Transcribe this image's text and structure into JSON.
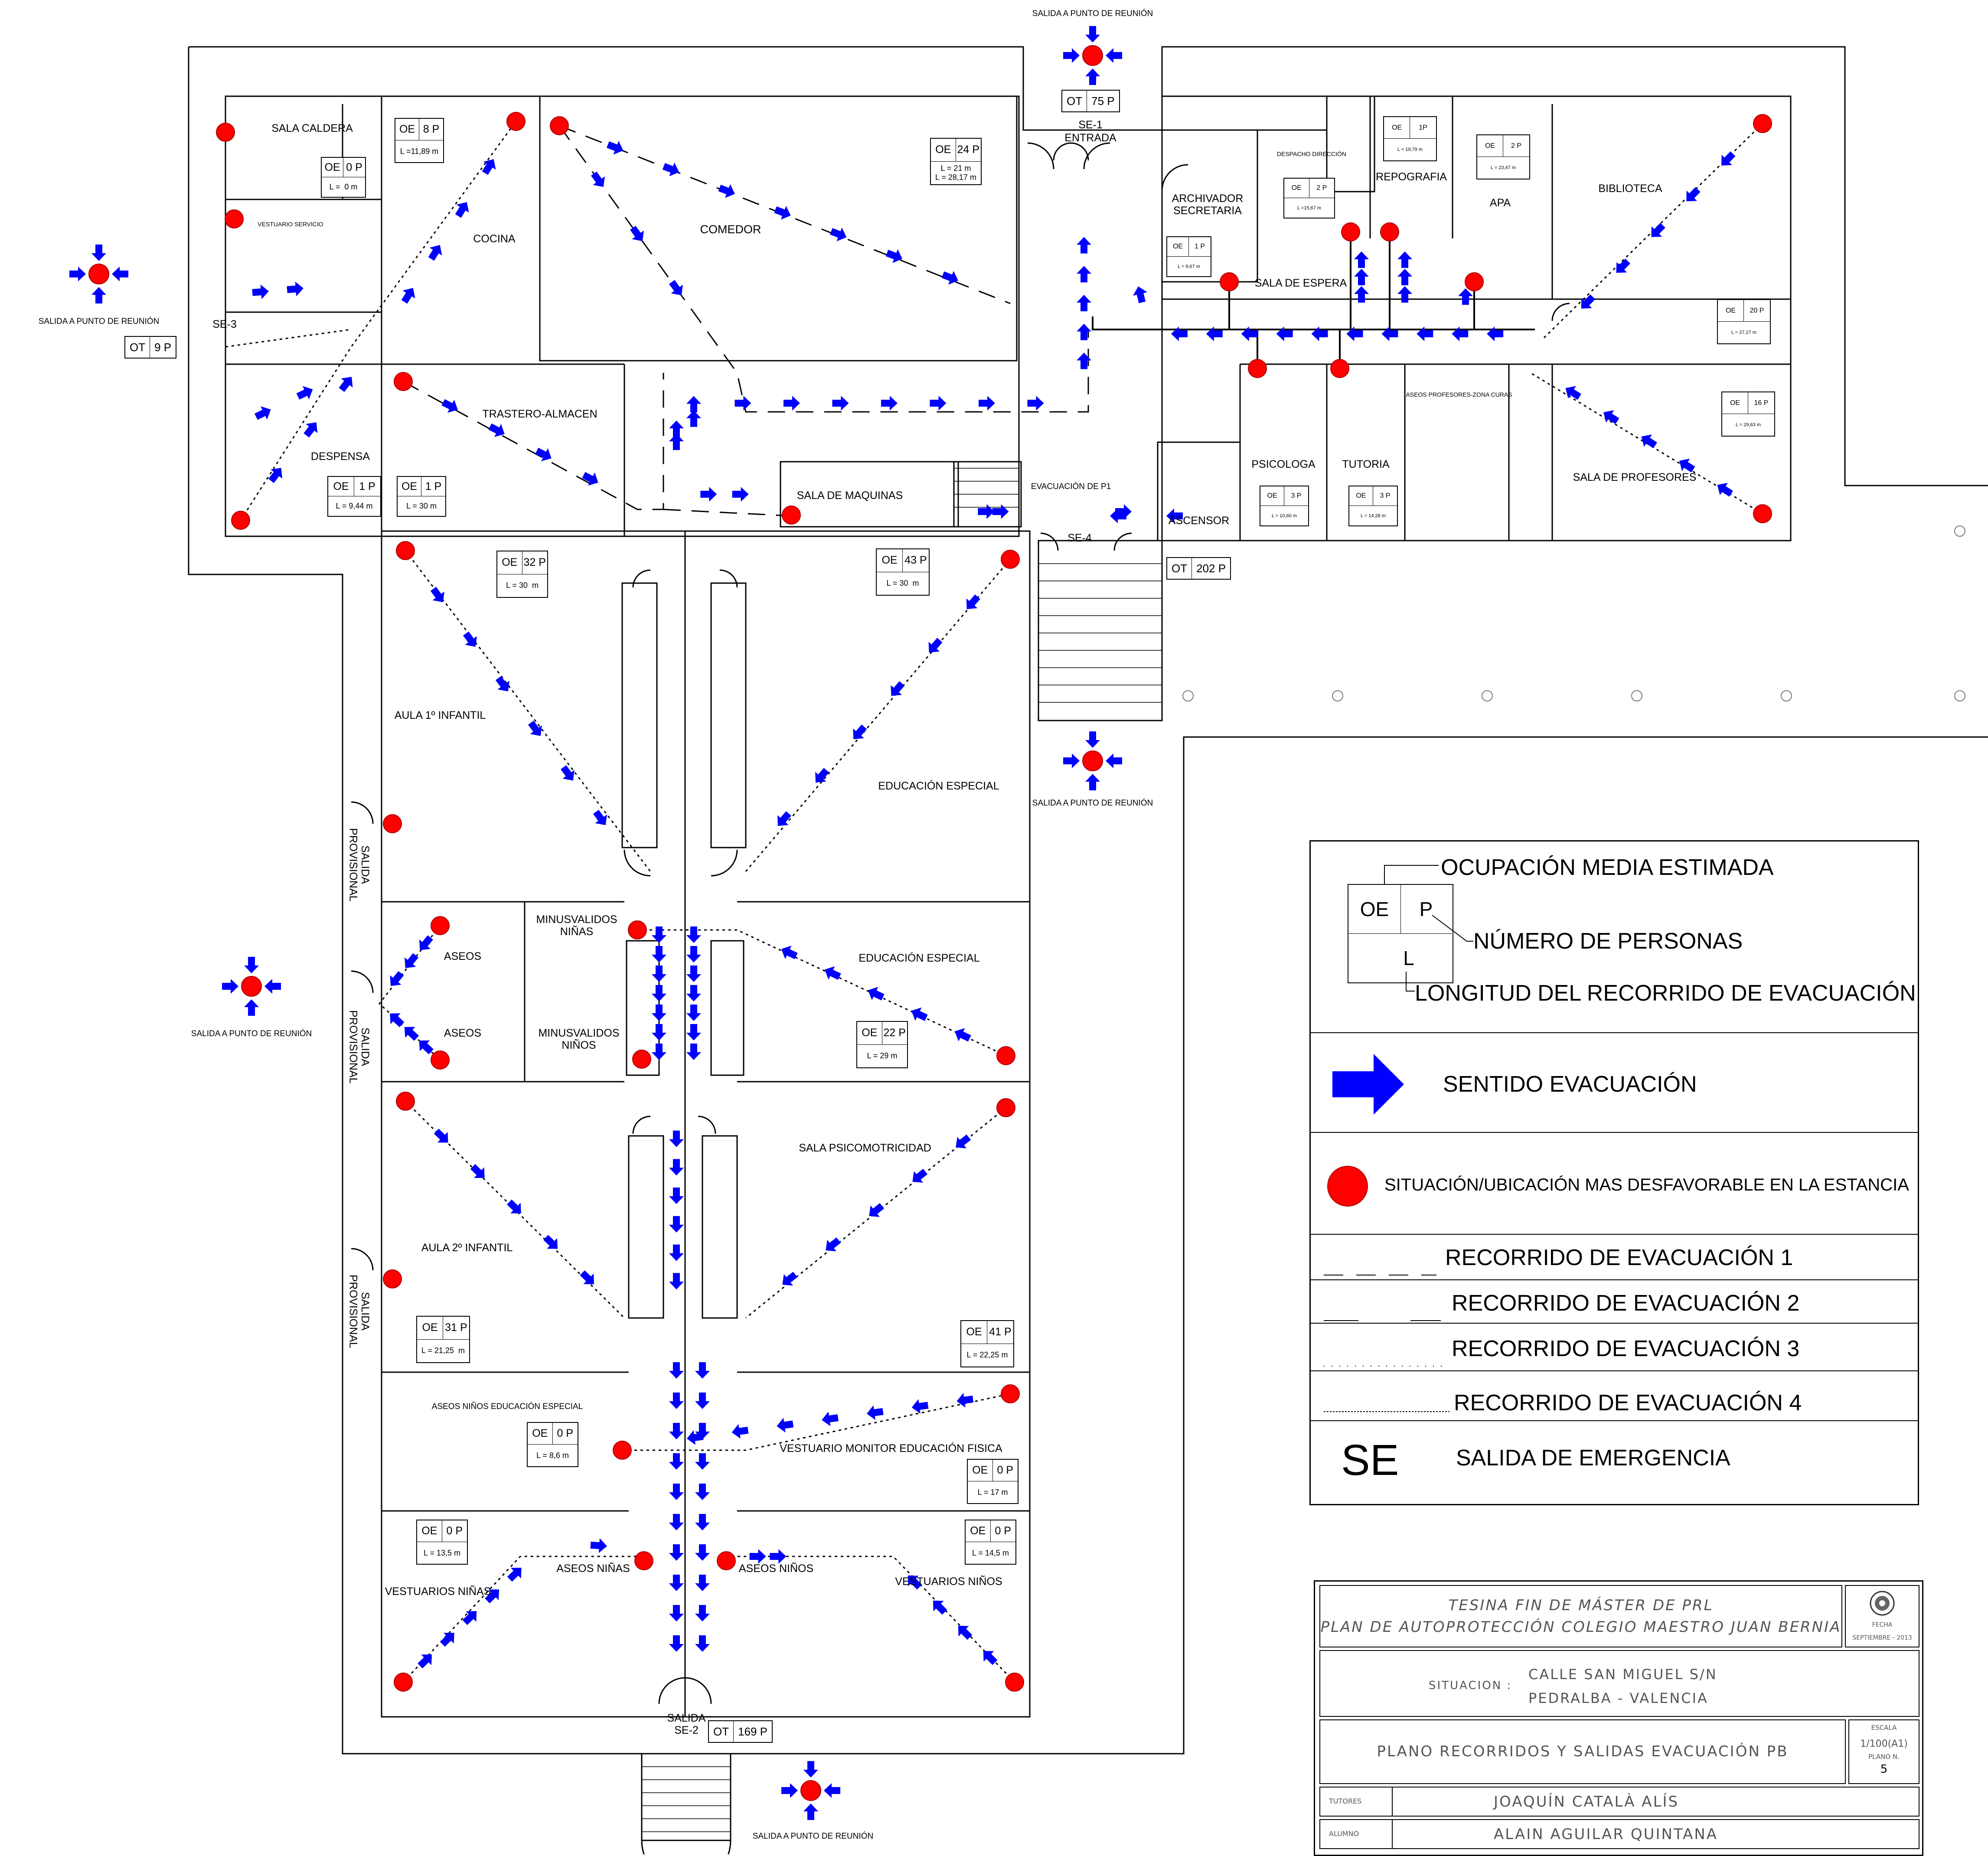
{
  "rooms": {
    "sala_caldera": "SALA CALDERA",
    "vestuario_servicio": "VESTUARIO SERVICIO",
    "cocina": "COCINA",
    "despensa": "DESPENSA",
    "comedor": "COMEDOR",
    "trastero": "TRASTERO-ALMACEN",
    "sala_maquinas": "SALA DE MAQUINAS",
    "entrada": "ENTRADA",
    "archivador": "ARCHIVADOR\nSECRETARIA",
    "despacho": "DESPACHO DIRECCIÓN",
    "reprografia": "REPOGRAFIA",
    "apa": "APA",
    "biblioteca": "BIBLIOTECA",
    "sala_espera": "SALA DE ESPERA",
    "psicologa": "PSICOLOGA",
    "tutoria": "TUTORIA",
    "aseos_profesores": "ASEOS PROFESORES-ZONA CURAS",
    "sala_profesores": "SALA DE PROFESORES",
    "ascensor": "ASCENSOR",
    "evacuacion_p1": "EVACUACIÓN DE P1",
    "aula1": "AULA 1º INFANTIL",
    "educacion_especial_1": "EDUCACIÓN ESPECIAL",
    "aseos_1": "ASEOS",
    "aseos_2": "ASEOS",
    "minusvalidos_ninas": "MINUSVALIDOS\nNIÑAS",
    "minusvalidos_ninos": "MINUSVALIDOS\nNIÑOS",
    "educacion_especial_2": "EDUCACIÓN ESPECIAL",
    "sala_psicomotricidad": "SALA PSICOMOTRICIDAD",
    "aula2": "AULA 2º INFANTIL",
    "aseos_ninos_ee": "ASEOS NIÑOS EDUCACIÓN ESPECIAL",
    "vestuario_monitor": "VESTUARIO MONITOR EDUCACIÓN FISICA",
    "vestuarios_ninas": "VESTUARIOS NIÑAS",
    "aseos_ninas": "ASEOS NIÑAS",
    "aseos_ninos": "ASEOS NIÑOS",
    "vestuarios_ninos": "VESTUARIOS NIÑOS",
    "salida_provisional": "SALIDA\nPROVISIONAL"
  },
  "exits": {
    "meeting_point": "SALIDA A PUNTO DE REUNIÓN",
    "se1": "SE-1",
    "se2_a": "SALIDA",
    "se2_b": "SE-2",
    "se3": "SE-3",
    "se4": "SE-4"
  },
  "oe_boxes": [
    {
      "id": "caldera",
      "oe": "OE",
      "p": "0 P",
      "l": "L =  0 m"
    },
    {
      "id": "cocina",
      "oe": "OE",
      "p": "8 P",
      "l": "L =11,89 m"
    },
    {
      "id": "comedor",
      "oe": "OE",
      "p": "24 P",
      "l": "L = 21 m\nL = 28,17 m"
    },
    {
      "id": "vestuario",
      "oe": "",
      "p": "",
      "l": ""
    },
    {
      "id": "despensa",
      "oe": "OE",
      "p": "1  P",
      "l": "L = 9,44 m"
    },
    {
      "id": "trastero",
      "oe": "OE",
      "p": "1  P",
      "l": "L = 30 m"
    },
    {
      "id": "archivador",
      "oe": "OE",
      "p": "1 P",
      "l": "L = 9,67 m"
    },
    {
      "id": "despacho",
      "oe": "OE",
      "p": "2 P",
      "l": "L =15,67 m"
    },
    {
      "id": "reprografia",
      "oe": "OE",
      "p": "1P",
      "l": "L = 19,79 m"
    },
    {
      "id": "apa",
      "oe": "OE",
      "p": "2 P",
      "l": "L = 23,47 m"
    },
    {
      "id": "biblioteca",
      "oe": "OE",
      "p": "20 P",
      "l": "L = 27,27 m"
    },
    {
      "id": "profesores",
      "oe": "OE",
      "p": "16 P",
      "l": "L = 29,63 m"
    },
    {
      "id": "psicologa",
      "oe": "OE",
      "p": "3 P",
      "l": "L = 10,60 m"
    },
    {
      "id": "tutoria",
      "oe": "OE",
      "p": "3 P",
      "l": "L = 14,28 m"
    },
    {
      "id": "aula1",
      "oe": "OE",
      "p": "32 P",
      "l": "L = 30  m"
    },
    {
      "id": "ee1",
      "oe": "OE",
      "p": "43 P",
      "l": "L = 30  m"
    },
    {
      "id": "ee2",
      "oe": "OE",
      "p": "22 P",
      "l": "L = 29 m"
    },
    {
      "id": "aula2",
      "oe": "OE",
      "p": "31 P",
      "l": "L = 21,25  m"
    },
    {
      "id": "psico",
      "oe": "OE",
      "p": "41 P",
      "l": "L = 22,25 m"
    },
    {
      "id": "aseos_ee",
      "oe": "OE",
      "p": "0 P",
      "l": "L = 8,6 m"
    },
    {
      "id": "monitor",
      "oe": "OE",
      "p": "0 P",
      "l": "L = 17 m"
    },
    {
      "id": "vest_ninas",
      "oe": "OE",
      "p": "0 P",
      "l": "L = 13,5 m"
    },
    {
      "id": "vest_ninos",
      "oe": "OE",
      "p": "0 P",
      "l": "L = 14,5 m"
    }
  ],
  "ot_boxes": [
    {
      "id": "se3",
      "k": "OT",
      "v": "9 P"
    },
    {
      "id": "se1",
      "k": "OT",
      "v": "75 P"
    },
    {
      "id": "se4",
      "k": "OT",
      "v": "202 P"
    },
    {
      "id": "se2",
      "k": "OT",
      "v": "169 P"
    }
  ],
  "legend": {
    "ocupacion": "OCUPACIÓN MEDIA ESTIMADA",
    "oe": "OE",
    "p": "P",
    "l": "L",
    "numero": "NÚMERO DE PERSONAS",
    "longitud": "LONGITUD DEL RECORRIDO DE EVACUACIÓN",
    "sentido": "SENTIDO EVACUACIÓN",
    "situacion": "SITUACIÓN/UBICACIÓN MAS DESFAVORABLE EN LA ESTANCIA",
    "rec1": "RECORRIDO DE EVACUACIÓN 1",
    "rec2": "RECORRIDO DE EVACUACIÓN 2",
    "rec3": "RECORRIDO DE EVACUACIÓN 3",
    "rec4": "RECORRIDO DE EVACUACIÓN 4",
    "se": "SE",
    "salida": "SALIDA DE EMERGENCIA"
  },
  "title_block": {
    "line1": "TESINA FIN DE MÁSTER DE PRL",
    "line2": "PLAN DE AUTOPROTECCIÓN COLEGIO MAESTRO JUAN BERNIA",
    "fecha_label": "FECHA",
    "fecha": "SEPTIEMBRE  -  2013",
    "situacion_label": "SITUACION :",
    "calle": "CALLE SAN MIGUEL S/N",
    "ciudad": "PEDRALBA  -  VALENCIA",
    "plano": "PLANO  RECORRIDOS  Y  SALIDAS  EVACUACIÓN  PB",
    "escala_label": "ESCALA",
    "escala": "1/100(A1)",
    "plano_n_label": "PLANO  N.",
    "plano_n": "5",
    "tutores_label": "TUTORES",
    "tutor": "JOAQUÍN  CATALÀ  ALÍS",
    "alumno_label": "ALUMNO",
    "alumno": "ALAIN  AGUILAR  QUINTANA"
  },
  "colors": {
    "arrow": "#0000ff",
    "point": "#ff0000",
    "line": "#000000"
  }
}
